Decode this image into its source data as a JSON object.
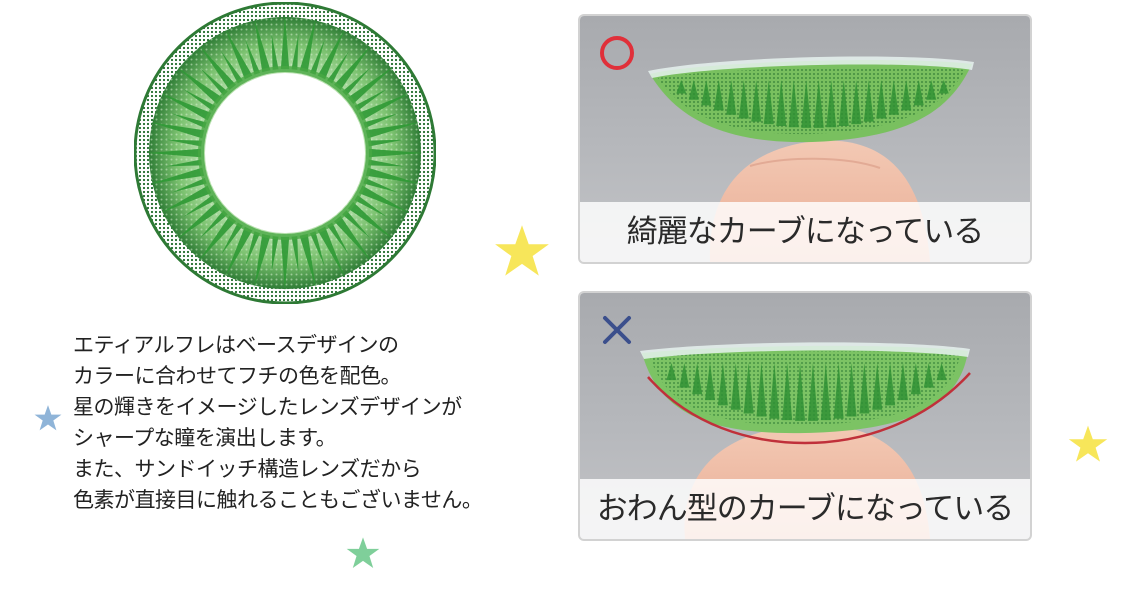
{
  "description": {
    "lines": [
      "エティアルフレはベースデザインの",
      "カラーに合わせてフチの色を配色。",
      "星の輝きをイメージしたレンズデザインが",
      "シャープな瞳を演出します。",
      "また、サンドイッチ構造レンズだから",
      "色素が直接目に触れることもございません。"
    ]
  },
  "comparison": {
    "good": {
      "mark": "circle-mark",
      "caption": "綺麗なカーブになっている"
    },
    "bad": {
      "mark": "cross-mark",
      "caption": "おわん型のカーブになっている"
    }
  },
  "icons": [
    "lens-pattern-icon",
    "star-icon",
    "circle-mark-icon",
    "cross-mark-icon"
  ],
  "colors": {
    "lens_green": "#3e9a3e",
    "lens_dark_green": "#1f6b2a",
    "lens_light_green": "#9fd68f",
    "circle_mark": "#e0303a",
    "cross_mark": "#3b4f8c",
    "curve_line": "#c0303a",
    "star_yellow": "#f7e65a",
    "star_blue": "#8fb4d8",
    "star_green": "#7fcf9a",
    "text": "#222222",
    "caption_bg": "#ffffff"
  }
}
